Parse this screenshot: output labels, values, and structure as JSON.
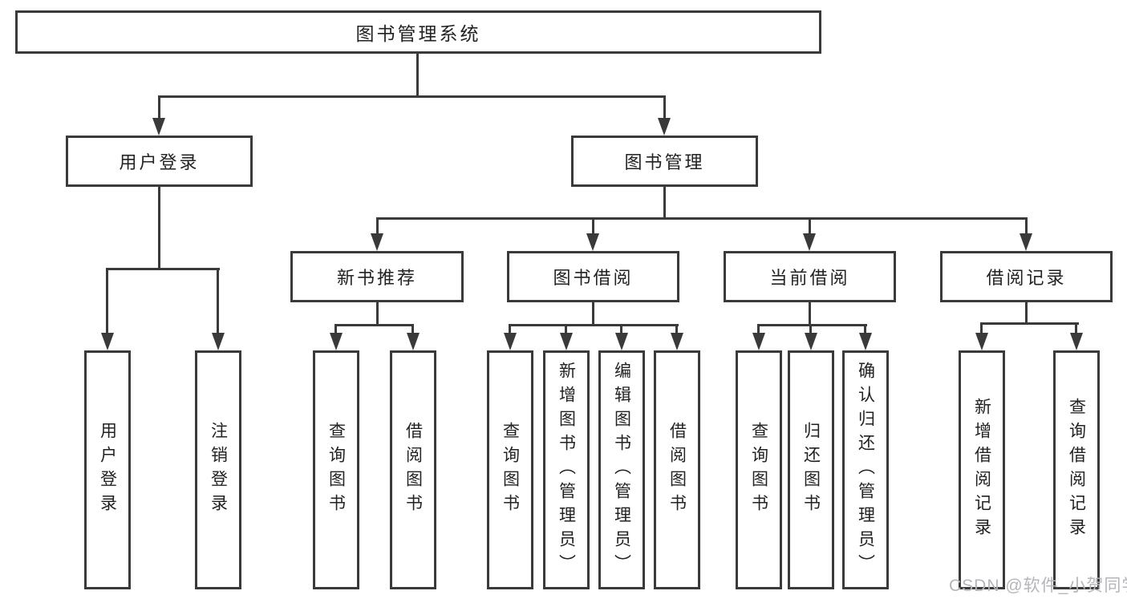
{
  "diagram": {
    "root": {
      "label": "图书管理系统"
    },
    "level2": [
      {
        "label": "用户登录"
      },
      {
        "label": "图书管理"
      }
    ],
    "level3": [
      {
        "label": "新书推荐"
      },
      {
        "label": "图书借阅"
      },
      {
        "label": "当前借阅"
      },
      {
        "label": "借阅记录"
      }
    ],
    "leaves": [
      {
        "label": "用户登录"
      },
      {
        "label": "注销登录"
      },
      {
        "label": "查询图书"
      },
      {
        "label": "借阅图书"
      },
      {
        "label": "查询图书"
      },
      {
        "label": "新增图书（管理员）"
      },
      {
        "label": "编辑图书（管理员）"
      },
      {
        "label": "借阅图书"
      },
      {
        "label": "查询图书"
      },
      {
        "label": "归还图书"
      },
      {
        "label": "确认归还（管理员）"
      },
      {
        "label": "新增借阅记录"
      },
      {
        "label": "查询借阅记录"
      }
    ]
  },
  "watermark": {
    "text": "CSDN @软件_小贺同学"
  },
  "colors": {
    "line": "#3a3a3a",
    "text": "#222222",
    "background": "#ffffff",
    "watermark": "#b5b5ba"
  }
}
